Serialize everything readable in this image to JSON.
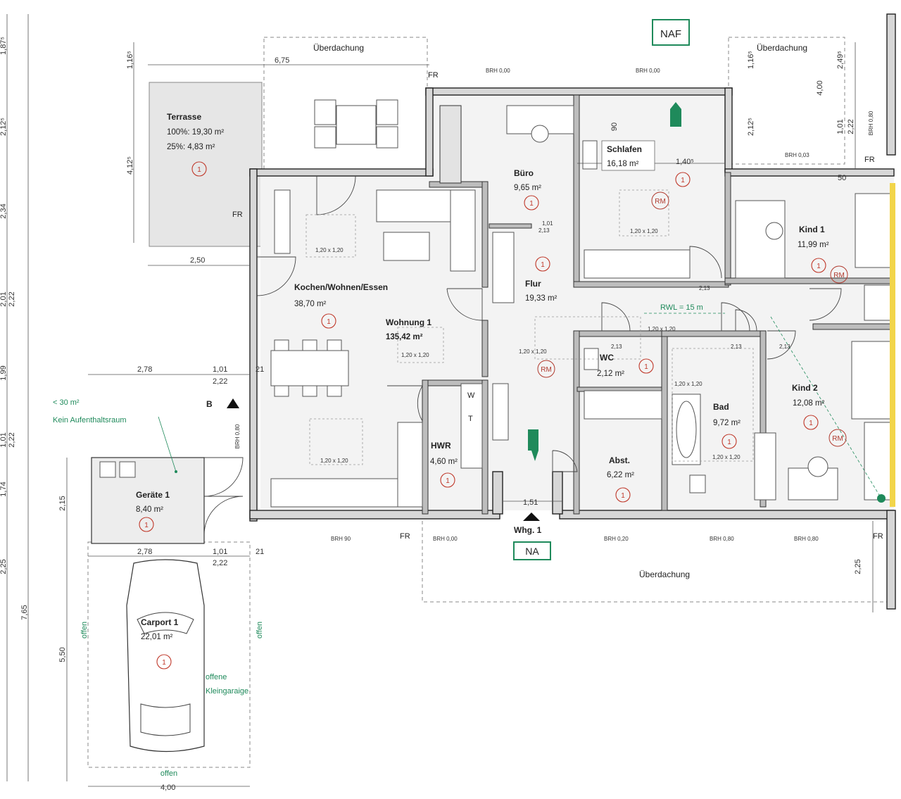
{
  "plan": {
    "top_badge": "NAF",
    "entry_badge": "NA",
    "rooms": {
      "terrasse": {
        "name": "Terrasse",
        "line1": "100%: 19,30 m²",
        "line2": "25%: 4,83 m²",
        "marker": "1"
      },
      "kochen": {
        "name": "Kochen/Wohnen/Essen",
        "area": "38,70 m²",
        "marker": "1"
      },
      "wohnung": {
        "name": "Wohnung 1",
        "area": "135,42 m²"
      },
      "buero": {
        "name": "Büro",
        "area": "9,65 m²",
        "marker": "1"
      },
      "schlafen": {
        "name": "Schlafen",
        "area": "16,18 m²",
        "marker": "1"
      },
      "flur": {
        "name": "Flur",
        "area": "19,33 m²",
        "marker": "1"
      },
      "kind1": {
        "name": "Kind 1",
        "area": "11,99 m²",
        "marker": "1"
      },
      "kind2": {
        "name": "Kind 2",
        "area": "12,08 m²",
        "marker": "1"
      },
      "wc": {
        "name": "WC",
        "area": "2,12 m²",
        "marker": "1"
      },
      "bad": {
        "name": "Bad",
        "area": "9,72 m²",
        "marker": "1"
      },
      "abst": {
        "name": "Abst.",
        "area": "6,22 m²",
        "marker": "1"
      },
      "hwr": {
        "name": "HWR",
        "area": "4,60 m²",
        "marker": "1"
      },
      "geraete": {
        "name": "Geräte 1",
        "area": "8,40 m²",
        "marker": "1"
      },
      "carport": {
        "name": "Carport 1",
        "area": "22,01 m²",
        "marker": "1"
      }
    },
    "rm_label": "RM",
    "labels": {
      "ueberdachung": "Überdachung",
      "fr": "FR",
      "rwl": "RWL = 15 m",
      "whg": "Whg. 1",
      "b": "B",
      "kein1": "< 30 m²",
      "kein2": "Kein Aufenthaltsraum",
      "offen": "offen",
      "offene1": "offene",
      "offene2": "Kleingaraige",
      "w": "W",
      "t": "T",
      "brh000": "BRH 0,00",
      "brh090": "BRH 90",
      "brh080": "BRH 0,80",
      "brh003": "BRH 0,03",
      "brh020": "BRH 0,20",
      "furn_size": "1,20 x 1,20",
      "door_h": "2,13",
      "door_w": "1,01"
    },
    "dims": {
      "d675": "6,75",
      "d250": "2,50",
      "d278": "2,78",
      "d101": "1,01",
      "d222": "2,22",
      "d21": "21",
      "d151": "1,51",
      "d400": "4,00",
      "d140": "1,40⁵",
      "d90": "90",
      "d50": "50",
      "l187": "1,87⁵",
      "l212": "2,12⁵",
      "l234": "2,34",
      "l201": "2,01",
      "l222": "2,22",
      "l199": "1,99",
      "l101": "1,01",
      "l174": "1,74",
      "l225": "2,25",
      "l765": "7,65",
      "l550": "5,50",
      "l215": "2,15",
      "l116": "1,16⁵",
      "l412": "4,12⁵",
      "r116": "1,16⁵",
      "r212": "2,12⁵",
      "r400": "4,00",
      "r249": "2,49⁵",
      "r101": "1,01",
      "r222": "2,22",
      "r225": "2,25"
    }
  }
}
